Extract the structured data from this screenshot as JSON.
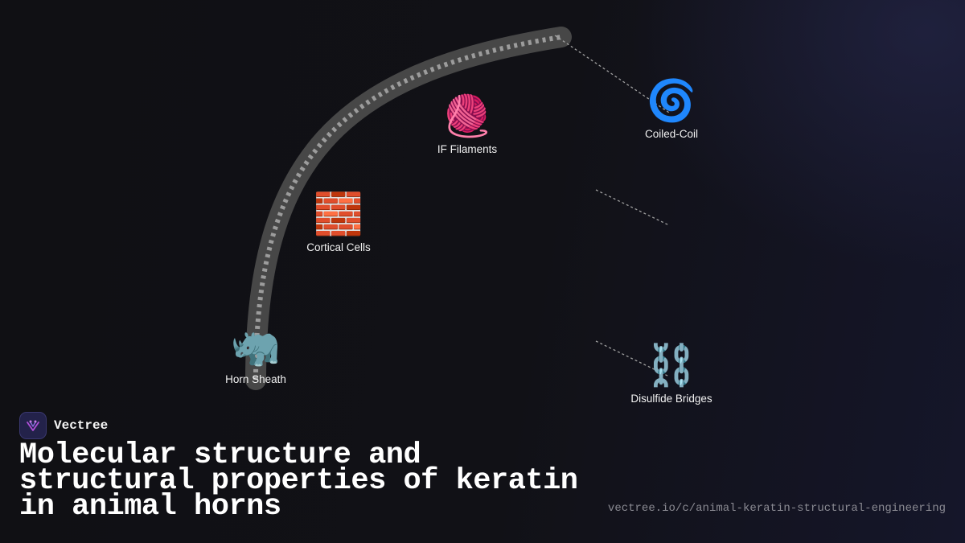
{
  "nodes": [
    {
      "id": "horn-sheath",
      "label": "Horn Sheath",
      "emoji": "🦏",
      "icon": "rhino-icon"
    },
    {
      "id": "cortical-cells",
      "label": "Cortical Cells",
      "emoji": "🧱",
      "icon": "brick-wall-icon"
    },
    {
      "id": "if-filaments",
      "label": "IF Filaments",
      "emoji": "🧶",
      "icon": "yarn-ball-icon"
    },
    {
      "id": "coiled-coil",
      "label": "Coiled-Coil",
      "emoji": "🌀",
      "icon": "cyclone-icon"
    },
    {
      "id": "disulfide-bridges",
      "label": "Disulfide Bridges",
      "emoji": "⛓️",
      "icon": "chains-icon"
    }
  ],
  "brand": {
    "name": "Vectree"
  },
  "title": "Molecular structure and structural properties of keratin in animal horns",
  "url": "vectree.io/c/animal-keratin-structural-engineering",
  "colors": {
    "background": "#111115",
    "arc": "#4a4a4a",
    "arc_ticks": "#9a9a9a",
    "connector": "#9a9a9a",
    "logo_accent": "#b04fd8"
  }
}
